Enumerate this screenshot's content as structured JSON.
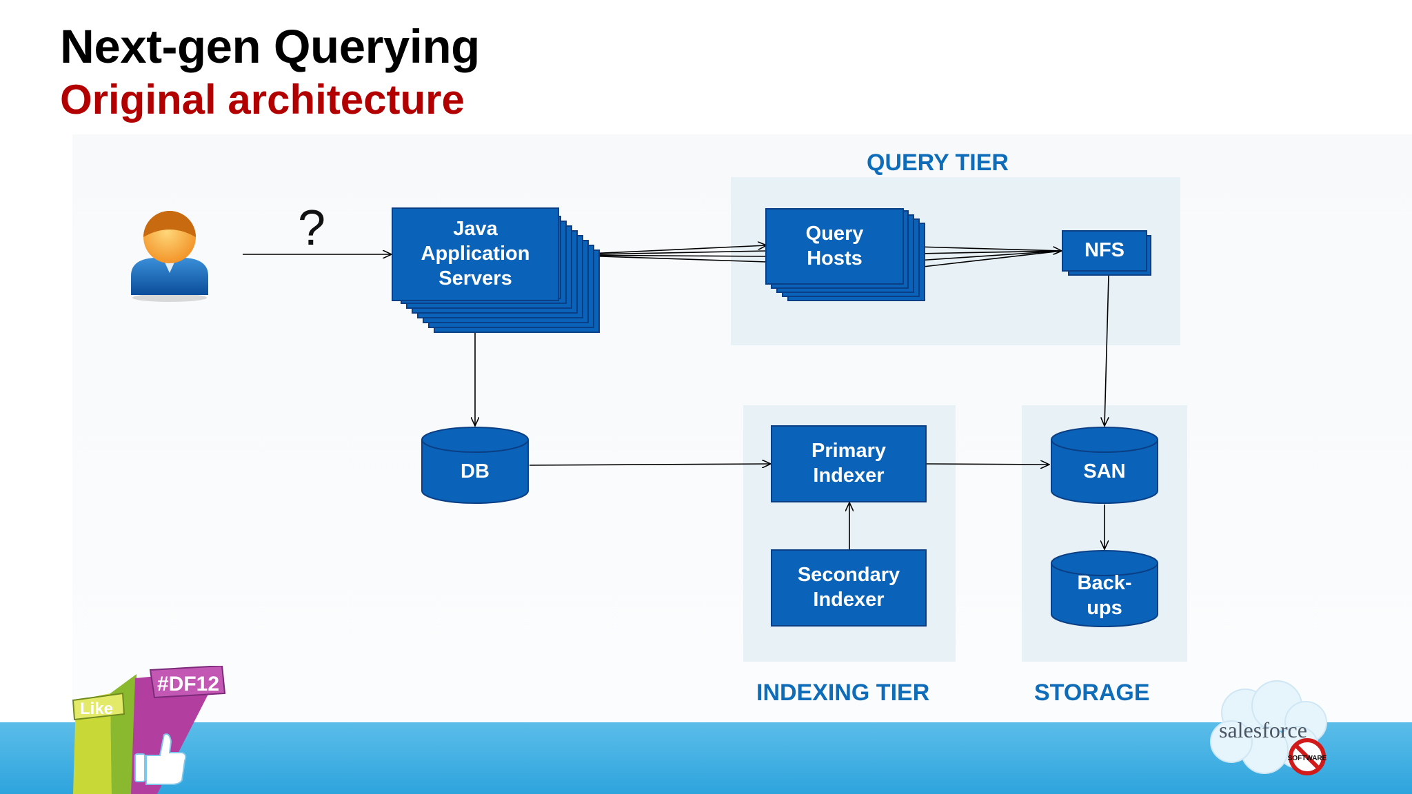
{
  "slide": {
    "title": "Next-gen Querying",
    "subtitle": "Original architecture"
  },
  "tiers": {
    "query": "QUERY TIER",
    "indexing": "INDEXING TIER",
    "storage": "STORAGE"
  },
  "nodes": {
    "question_mark": "?",
    "java_servers": [
      "Java",
      "Application",
      "Servers"
    ],
    "query_hosts": [
      "Query",
      "Hosts"
    ],
    "nfs": "NFS",
    "db": "DB",
    "primary_indexer": [
      "Primary",
      "Indexer"
    ],
    "secondary_indexer": [
      "Secondary",
      "Indexer"
    ],
    "san": "SAN",
    "backups": [
      "Back-",
      "ups"
    ]
  },
  "branding": {
    "hashtag": "#DF12",
    "like": "Like",
    "vendor": "salesforce",
    "stamp": "SOFTWARE"
  },
  "colors": {
    "box_fill": "#0a63b8",
    "box_border": "#0a3f85",
    "tier_label": "#0e6cb8",
    "subtitle": "#b20000",
    "tier_bg": "#e8f1f6"
  }
}
